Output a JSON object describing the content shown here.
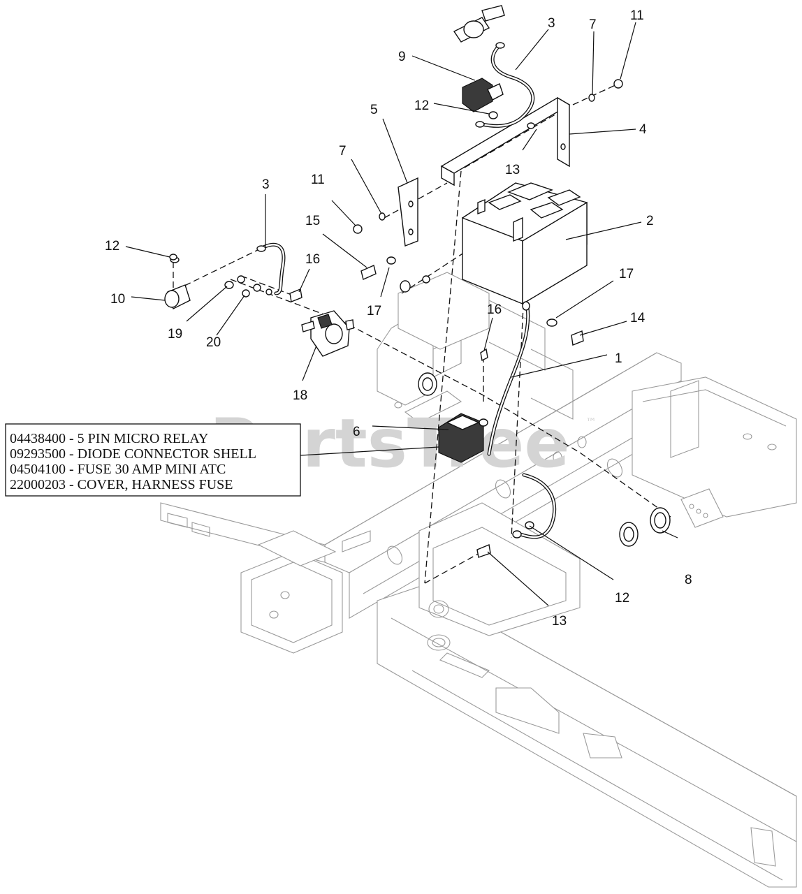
{
  "watermark": "PartsTree",
  "watermark_tm": "™",
  "notes": [
    "04438400 - 5 PIN MICRO RELAY",
    "09293500 - DIODE CONNECTOR SHELL",
    "04504100 - FUSE 30 AMP MINI ATC",
    "22000203 - COVER, HARNESS FUSE"
  ],
  "callouts": {
    "c1": "1",
    "c2": "2",
    "c3a": "3",
    "c3b": "3",
    "c4": "4",
    "c5": "5",
    "c6": "6",
    "c7a": "7",
    "c7b": "7",
    "c8": "8",
    "c9": "9",
    "c10": "10",
    "c11a": "11",
    "c11b": "11",
    "c12a": "12",
    "c12b": "12",
    "c12c": "12",
    "c13a": "13",
    "c13b": "13",
    "c14": "14",
    "c15": "15",
    "c16a": "16",
    "c16b": "16",
    "c17a": "17",
    "c17b": "17",
    "c18": "18",
    "c19": "19",
    "c20": "20"
  }
}
